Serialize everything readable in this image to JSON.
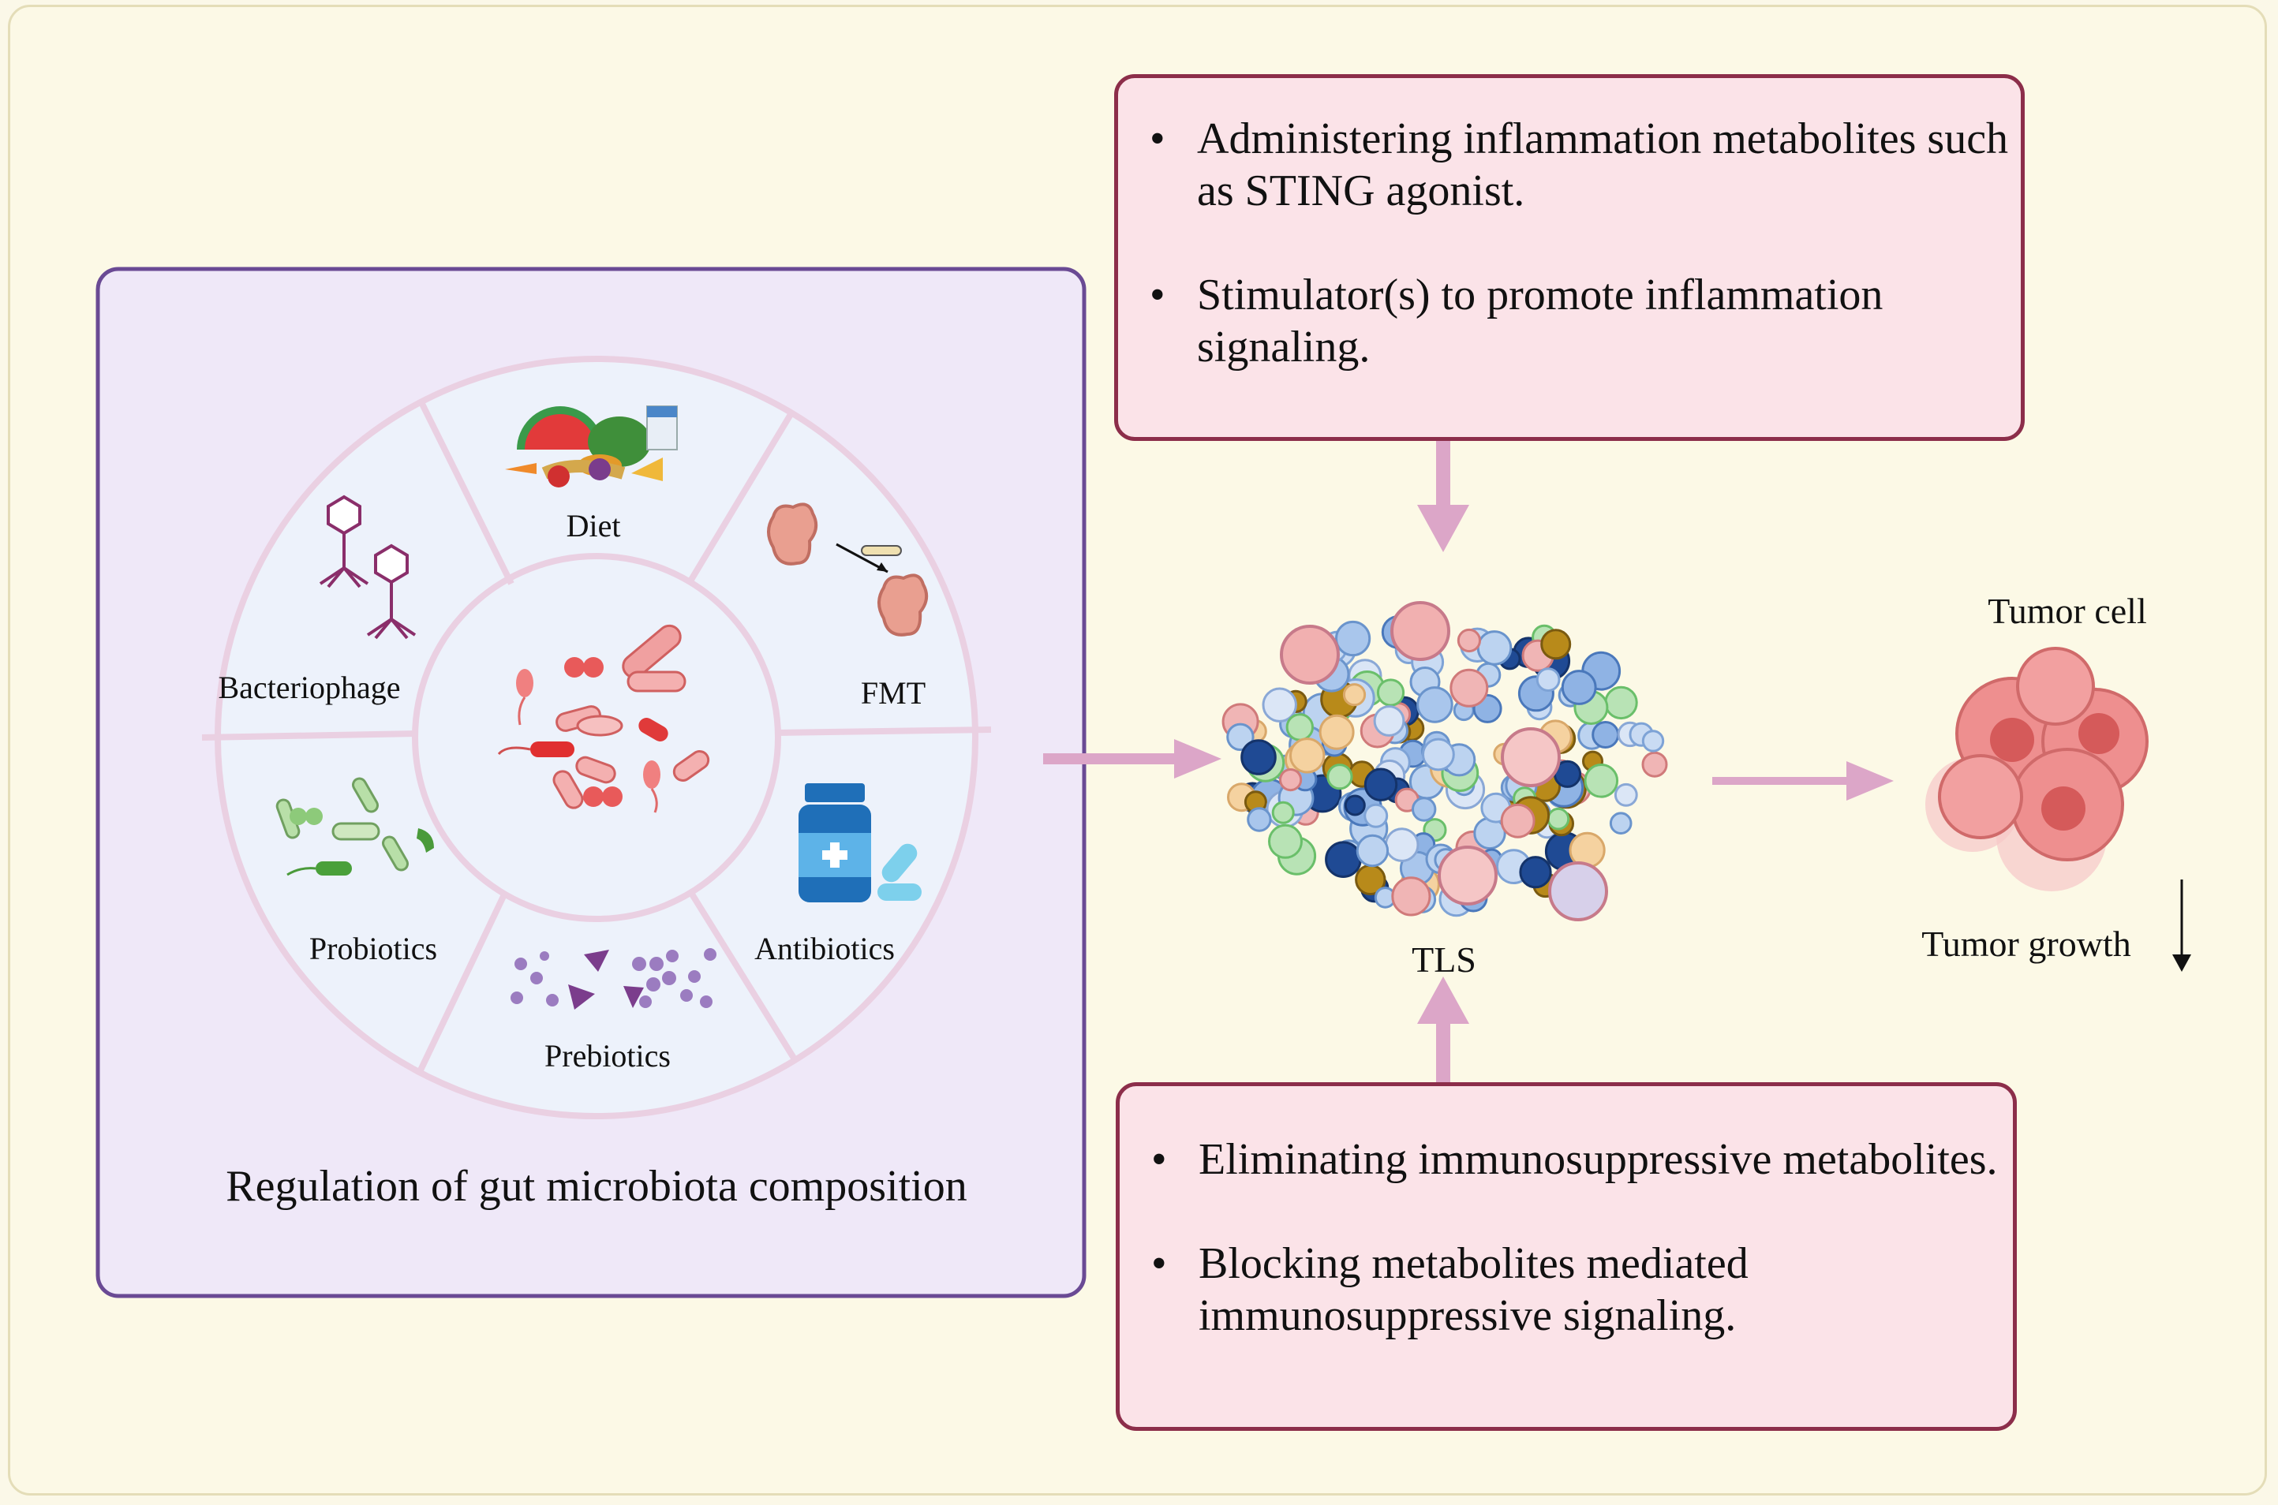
{
  "left_panel": {
    "title": "Regulation of gut microbiota composition",
    "segments": [
      "Diet",
      "FMT",
      "Antibiotics",
      "Prebiotics",
      "Probiotics",
      "Bacteriophage"
    ]
  },
  "top_box": {
    "bullets": [
      "Administering inflammation metabolites  such as STING agonist.",
      "Stimulator(s) to promote inflammation signaling."
    ]
  },
  "bottom_box": {
    "bullets": [
      "Eliminating immunosuppressive metabolites.",
      "Blocking metabolites mediated immunosuppressive signaling."
    ]
  },
  "center_label": "TLS",
  "tumor": {
    "label": "Tumor cell",
    "growth_label": "Tumor growth"
  },
  "colors": {
    "arrow": "#dca6c8",
    "left_border": "#6a4a94",
    "box_border": "#8c2e4a",
    "box_fill": "#fbe3e8",
    "left_fill": "#efe8f8"
  }
}
